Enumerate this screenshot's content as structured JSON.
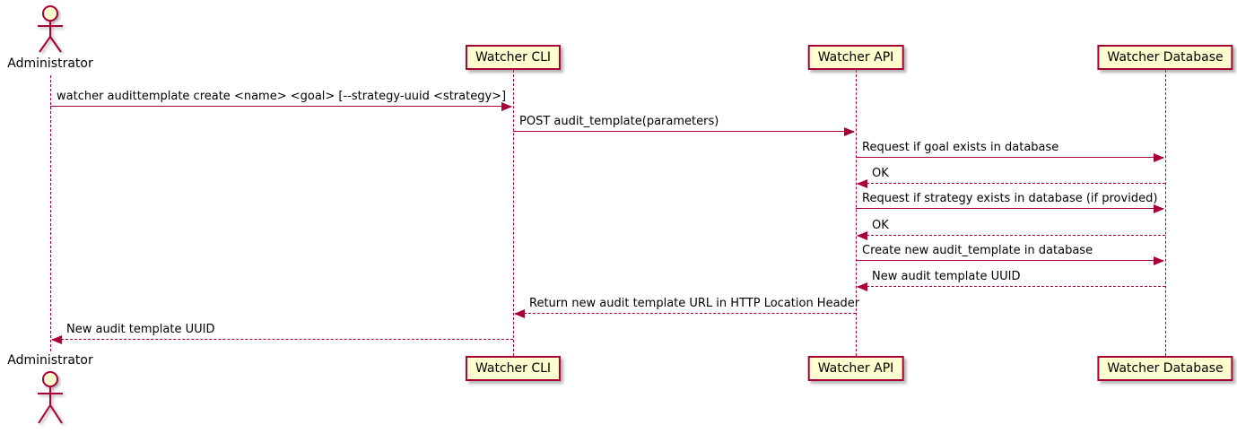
{
  "diagram": {
    "type": "sequence",
    "colors": {
      "line": "#A80036",
      "participant_fill": "#FEFECE",
      "text": "#000000",
      "background": "#ffffff"
    },
    "participants": [
      {
        "id": "administrator",
        "label": "Administrator",
        "kind": "actor"
      },
      {
        "id": "cli",
        "label": "Watcher CLI",
        "kind": "participant"
      },
      {
        "id": "api",
        "label": "Watcher API",
        "kind": "participant"
      },
      {
        "id": "db",
        "label": "Watcher Database",
        "kind": "participant"
      }
    ],
    "messages": [
      {
        "from": "administrator",
        "to": "cli",
        "line": "solid",
        "text": "watcher audittemplate create <name> <goal> [--strategy-uuid <strategy>]"
      },
      {
        "from": "cli",
        "to": "api",
        "line": "solid",
        "text": "POST audit_template(parameters)"
      },
      {
        "from": "api",
        "to": "db",
        "line": "solid",
        "text": "Request if goal exists in database"
      },
      {
        "from": "db",
        "to": "api",
        "line": "dashed",
        "text": "OK"
      },
      {
        "from": "api",
        "to": "db",
        "line": "solid",
        "text": "Request if strategy exists in database (if provided)"
      },
      {
        "from": "db",
        "to": "api",
        "line": "dashed",
        "text": "OK"
      },
      {
        "from": "api",
        "to": "db",
        "line": "solid",
        "text": "Create new audit_template in database"
      },
      {
        "from": "db",
        "to": "api",
        "line": "dashed",
        "text": "New audit template UUID"
      },
      {
        "from": "api",
        "to": "cli",
        "line": "dashed",
        "text": "Return new audit template URL in HTTP Location Header"
      },
      {
        "from": "cli",
        "to": "administrator",
        "line": "dashed",
        "text": "New audit template UUID"
      }
    ]
  }
}
